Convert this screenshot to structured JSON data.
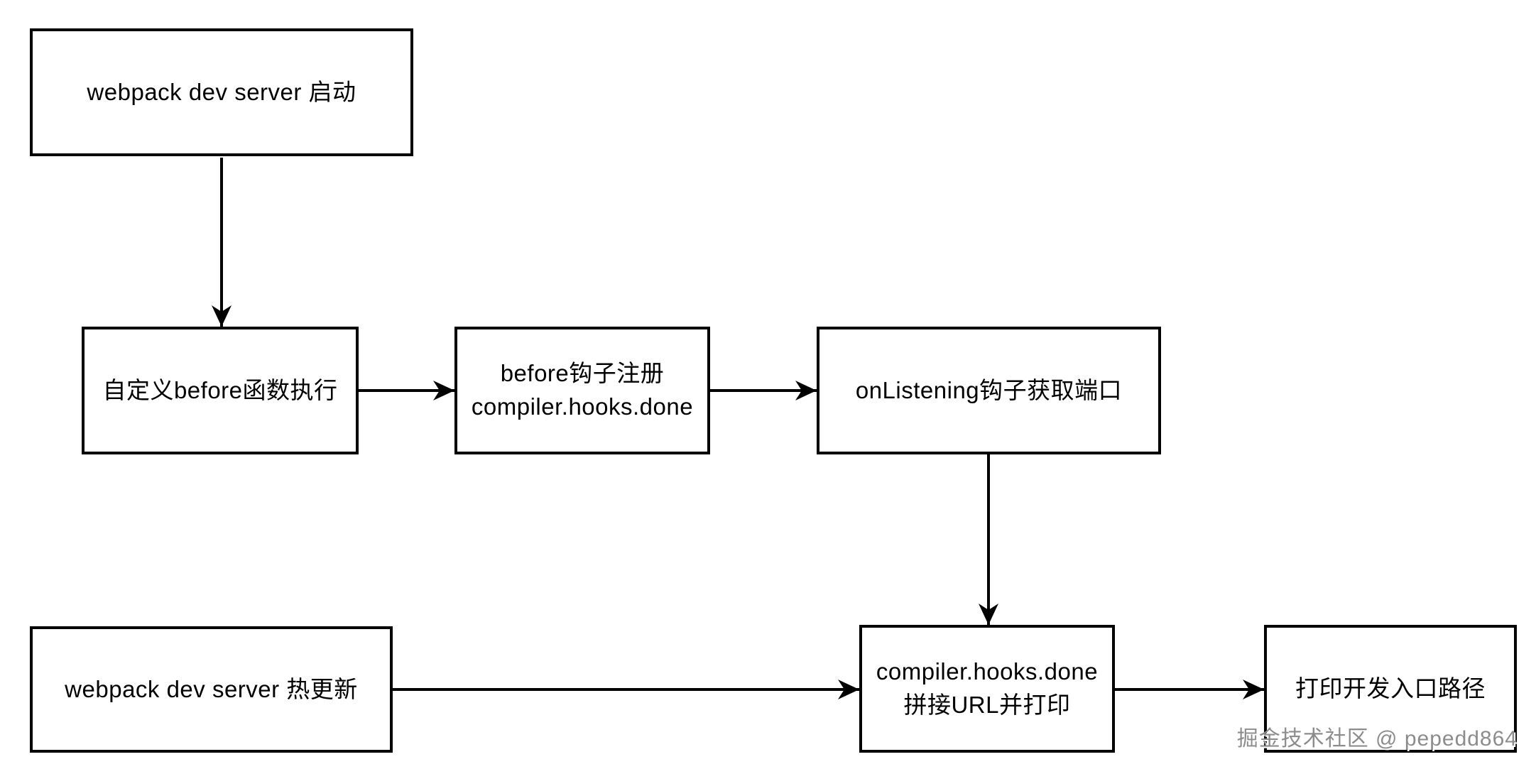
{
  "diagram": {
    "background": "#ffffff",
    "stroke_color": "#000000",
    "text_color": "#000000",
    "watermark_color": "#8c8c8c",
    "nodes": [
      {
        "id": "webpack-start",
        "label": "webpack dev server 启动"
      },
      {
        "id": "custom-before-fn",
        "label": "自定义before函数执行"
      },
      {
        "id": "before-hook-register",
        "label": "before钩子注册\ncompiler.hooks.done"
      },
      {
        "id": "onlistening-hook",
        "label": "onListening钩子获取端口"
      },
      {
        "id": "webpack-hmr",
        "label": "webpack dev server 热更新"
      },
      {
        "id": "hooks-done-print-url",
        "label": "compiler.hooks.done\n拼接URL并打印"
      },
      {
        "id": "print-entry-path",
        "label": "打印开发入口路径"
      }
    ],
    "edges": [
      {
        "from": "webpack-start",
        "to": "custom-before-fn"
      },
      {
        "from": "custom-before-fn",
        "to": "before-hook-register"
      },
      {
        "from": "before-hook-register",
        "to": "onlistening-hook"
      },
      {
        "from": "onlistening-hook",
        "to": "hooks-done-print-url"
      },
      {
        "from": "webpack-hmr",
        "to": "hooks-done-print-url"
      },
      {
        "from": "hooks-done-print-url",
        "to": "print-entry-path"
      }
    ],
    "watermark": "掘金技术社区 @ pepedd864"
  }
}
